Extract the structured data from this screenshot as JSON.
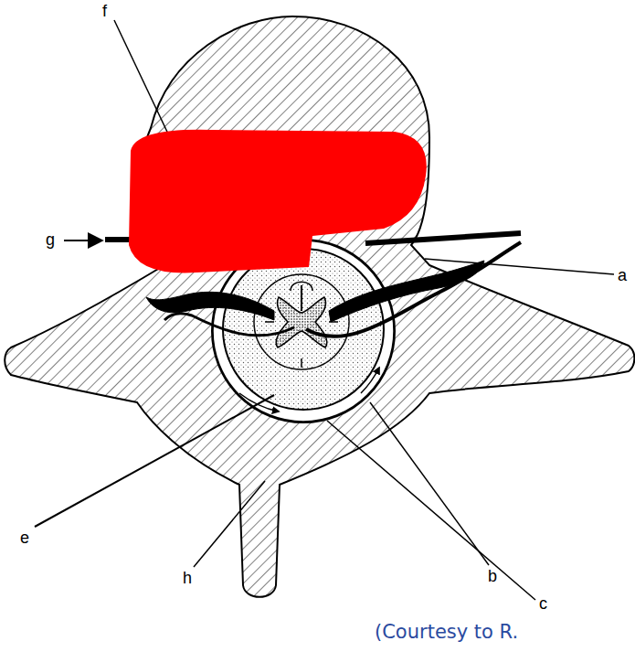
{
  "diagram": {
    "caption": "(Courtesy to R.",
    "labels": [
      "f",
      "a",
      "g",
      "e",
      "h",
      "b",
      "c"
    ]
  }
}
